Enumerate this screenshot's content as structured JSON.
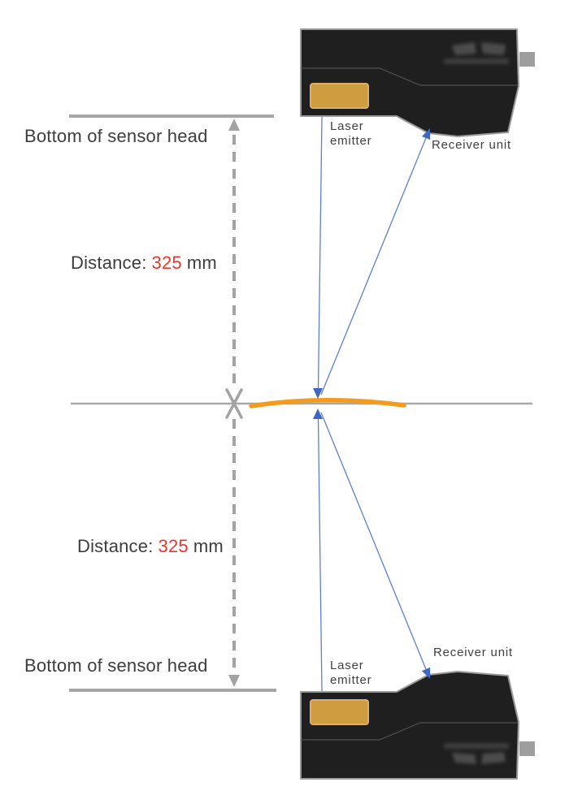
{
  "labels": {
    "top_reference": "Bottom of sensor head",
    "bottom_reference": "Bottom of sensor head",
    "top_laser_emitter": "Laser emitter",
    "top_receiver_unit": "Receiver unit",
    "bottom_laser_emitter": "Laser emitter",
    "bottom_receiver_unit": "Receiver unit"
  },
  "measurements": {
    "top": {
      "prefix": "Distance:",
      "value": "325",
      "unit": "mm"
    },
    "bottom": {
      "prefix": "Distance:",
      "value": "325",
      "unit": "mm"
    }
  },
  "colors": {
    "distance_value_red": "#e8362c",
    "beam_blue": "#5b80cf",
    "arrowhead_blue": "#3e68c0",
    "target_orange": "#f49b1d",
    "emitter_window_orange": "#cf9d3f",
    "emitter_window_border": "#dcb066",
    "sensor_body_black": "#1f1f1f",
    "sensor_outline_gray": "#9a9a9a",
    "reference_line_gray": "#a6a6a6",
    "dashed_line_gray": "#a3a3a3",
    "text_dark": "#3d3d3d"
  }
}
